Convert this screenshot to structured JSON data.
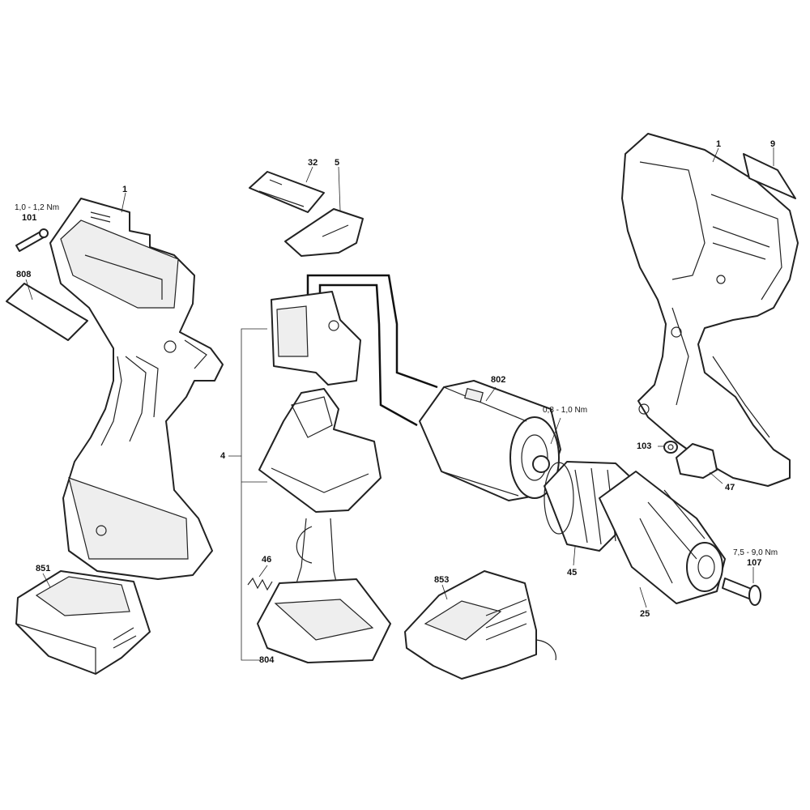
{
  "labels": {
    "l1_left": "1",
    "l1_right": "1",
    "l9": "9",
    "l32": "32",
    "l5": "5",
    "l101": "101",
    "t101": "1,0 - 1,2 Nm",
    "l808": "808",
    "l4": "4",
    "l802": "802",
    "t802": "0,8 - 1,0 Nm",
    "l103": "103",
    "l47": "47",
    "l46": "46",
    "l804": "804",
    "l851": "851",
    "l853": "853",
    "l45": "45",
    "l25": "25",
    "l107": "107",
    "t107": "7,5 - 9,0 Nm"
  }
}
